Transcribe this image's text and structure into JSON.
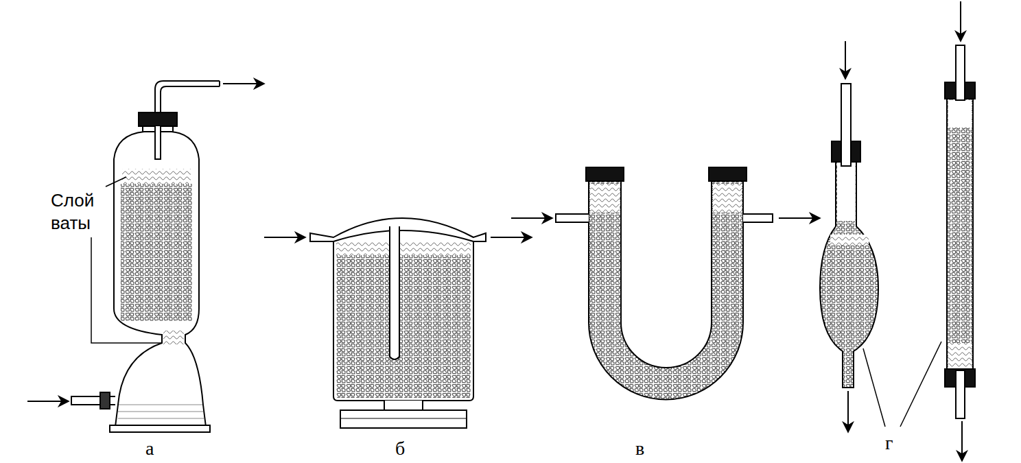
{
  "diagram": {
    "labels": [
      "Слой ваты",
      "а",
      "б",
      "в",
      "г"
    ]
  }
}
